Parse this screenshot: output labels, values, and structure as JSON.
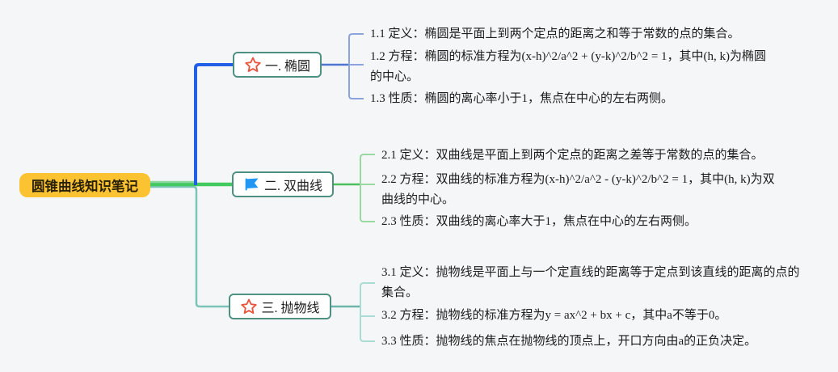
{
  "mindmap": {
    "root": {
      "label": "圆锥曲线知识笔记"
    },
    "branches": [
      {
        "label": "一. 椭圆",
        "icon": "star-icon",
        "children": [
          "1.1 定义：椭圆是平面上到两个定点的距离之和等于常数的点的集合。",
          "1.2 方程：椭圆的标准方程为(x-h)^2/a^2 + (y-k)^2/b^2 = 1，其中(h, k)为椭圆的中心。",
          "1.3 性质：椭圆的离心率小于1，焦点在中心的左右两侧。"
        ]
      },
      {
        "label": "二. 双曲线",
        "icon": "flag-icon",
        "children": [
          "2.1 定义：双曲线是平面上到两个定点的距离之差等于常数的点的集合。",
          "2.2 方程：双曲线的标准方程为(x-h)^2/a^2 - (y-k)^2/b^2 = 1，其中(h, k)为双曲线的中心。",
          "2.3 性质：双曲线的离心率大于1，焦点在中心的左右两侧。"
        ]
      },
      {
        "label": "三. 抛物线",
        "icon": "star-icon",
        "children": [
          "3.1 定义：抛物线是平面上与一个定直线的距离等于定点到该直线的距离的点的集合。",
          "3.2 方程：抛物线的标准方程为y = ax^2 + bx + c，其中a不等于0。",
          "3.3 性质：抛物线的焦点在抛物线的顶点上，开口方向由a的正负决定。"
        ]
      }
    ],
    "colors": {
      "background": "#f5f6f7",
      "root_bg": "#fbc332",
      "branch_border": "#4e9183",
      "edge_blue": "#2160e6",
      "edge_green": "#42c95f",
      "edge_green_light": "#8ed8a0",
      "edge_teal": "#7cc4ba",
      "child_line_blue": "#8ca3dd",
      "child_stub_blue": "#4d74cf",
      "child_line_green": "#97d9a0",
      "child_stub_green": "#4cbf5e",
      "child_line_teal": "#aadcd3",
      "child_stub_teal": "#6cb5ab",
      "star_icon": "#e8553f",
      "flag_icon": "#2196f3"
    }
  }
}
